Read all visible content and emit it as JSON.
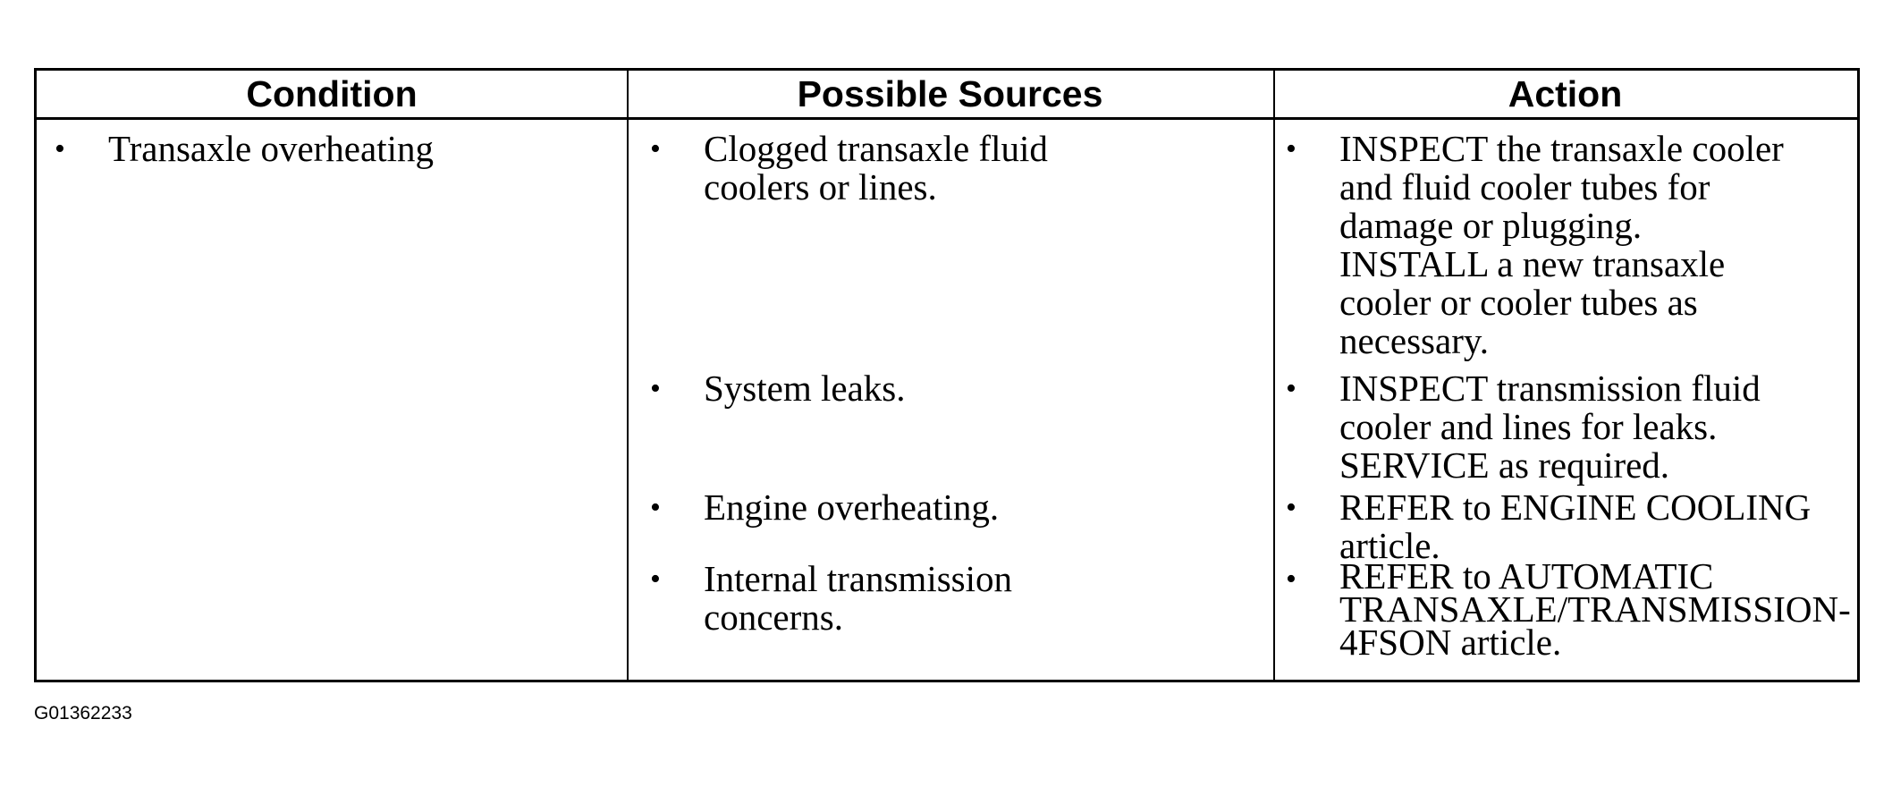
{
  "table": {
    "headers": {
      "condition": "Condition",
      "sources": "Possible Sources",
      "action": "Action"
    },
    "bullet": "•",
    "condition": "Transaxle overheating",
    "sources": [
      {
        "lines": [
          "Clogged transaxle fluid",
          "coolers or lines."
        ]
      },
      {
        "lines": [
          "System leaks."
        ]
      },
      {
        "lines": [
          "Engine overheating."
        ]
      },
      {
        "lines": [
          "Internal transmission",
          "concerns."
        ]
      }
    ],
    "actions": [
      {
        "lines": [
          "INSPECT the transaxle cooler",
          "and fluid cooler tubes for",
          "damage or plugging.",
          "INSTALL a new transaxle",
          "cooler or cooler tubes as",
          "necessary."
        ]
      },
      {
        "lines": [
          "INSPECT transmission fluid",
          "cooler and lines for leaks.",
          "SERVICE as required."
        ]
      },
      {
        "lines": [
          "REFER to ENGINE COOLING",
          "article."
        ]
      },
      {
        "lines": [
          "REFER to AUTOMATIC",
          "TRANSAXLE/TRANSMISSION-",
          "4FSON article."
        ]
      }
    ]
  },
  "figure_id": "G01362233"
}
